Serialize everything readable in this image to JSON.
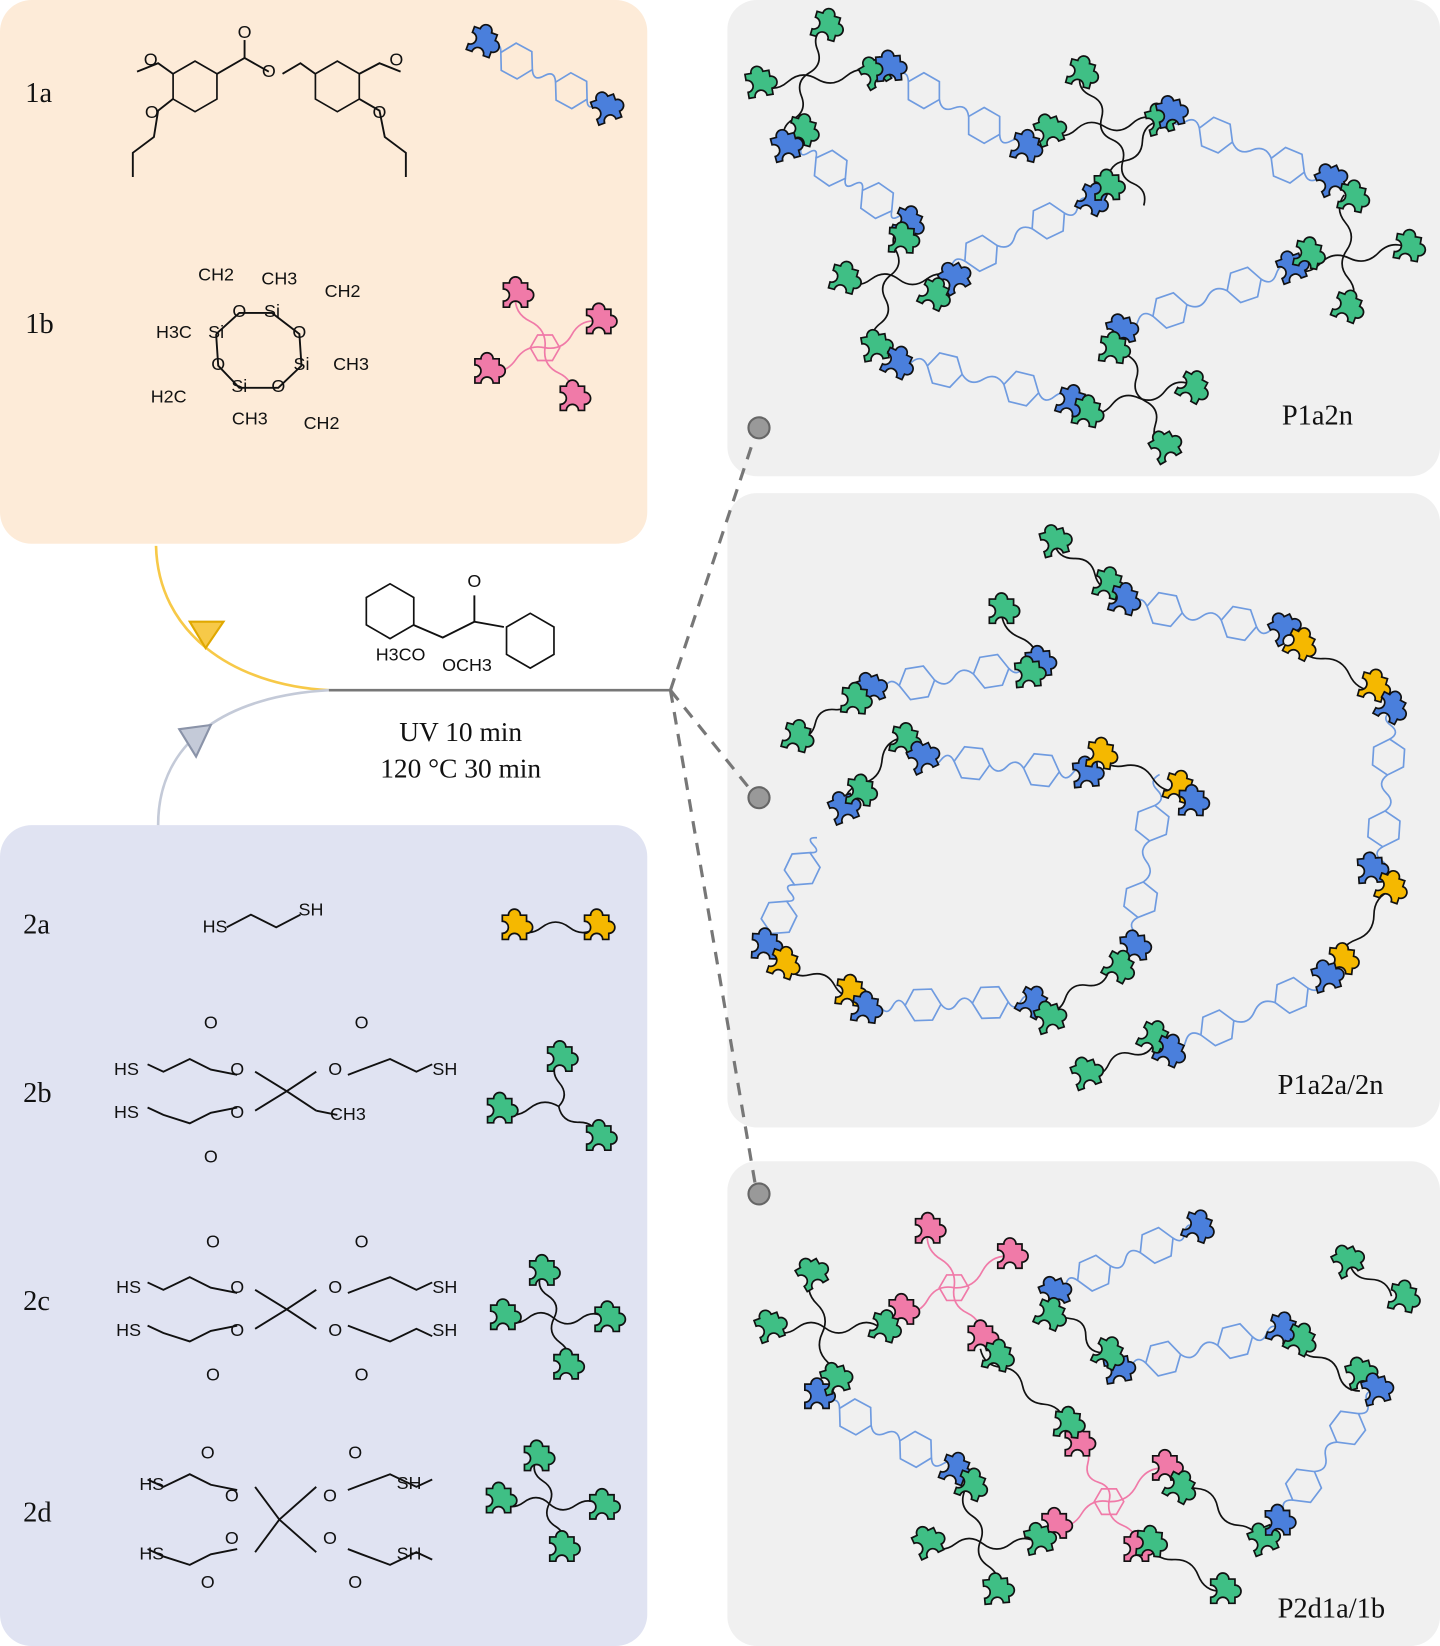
{
  "colors": {
    "monomer_panel": "#fdebd8",
    "thiol_panel": "#e0e3f2",
    "network_panel": "#f0f0f0",
    "blue_piece": "#4a7fdc",
    "green_piece": "#3fbf85",
    "yellow_piece": "#f5b800",
    "pink_piece": "#f07aa8",
    "aromatic_linker": "#6f9be0",
    "siloxane_linker": "#f07aa8"
  },
  "monomers": {
    "labels": [
      "1a",
      "1b"
    ],
    "atoms_1a": [
      "O",
      "O",
      "O",
      "O",
      "O",
      "O"
    ],
    "atoms_1b": [
      "CH2",
      "CH3",
      "CH2",
      "Si",
      "O",
      "H3C",
      "Si",
      "O",
      "O",
      "Si",
      "CH3",
      "H2C",
      "Si",
      "O",
      "CH3",
      "CH2"
    ]
  },
  "thiols": {
    "labels": [
      "2a",
      "2b",
      "2c",
      "2d"
    ],
    "atoms_2a": [
      "HS",
      "SH"
    ],
    "atoms_2b": [
      "O",
      "O",
      "HS",
      "O",
      "O",
      "SH",
      "HS",
      "O",
      "CH3",
      "O"
    ],
    "atoms_2c": [
      "O",
      "O",
      "HS",
      "O",
      "O",
      "SH",
      "HS",
      "O",
      "O",
      "SH",
      "O",
      "O"
    ],
    "atoms_2d": [
      "O",
      "O",
      "HS",
      "O",
      "O",
      "SH",
      "HS",
      "O",
      "O",
      "SH",
      "O",
      "O"
    ]
  },
  "reaction": {
    "initiator_atoms": [
      "O",
      "H3CO",
      "OCH3"
    ],
    "condition_1": "UV 10 min",
    "condition_2": "120 °C 30 min"
  },
  "networks": [
    "P1a2n",
    "P1a2a/2n",
    "P2d1a/1b"
  ]
}
